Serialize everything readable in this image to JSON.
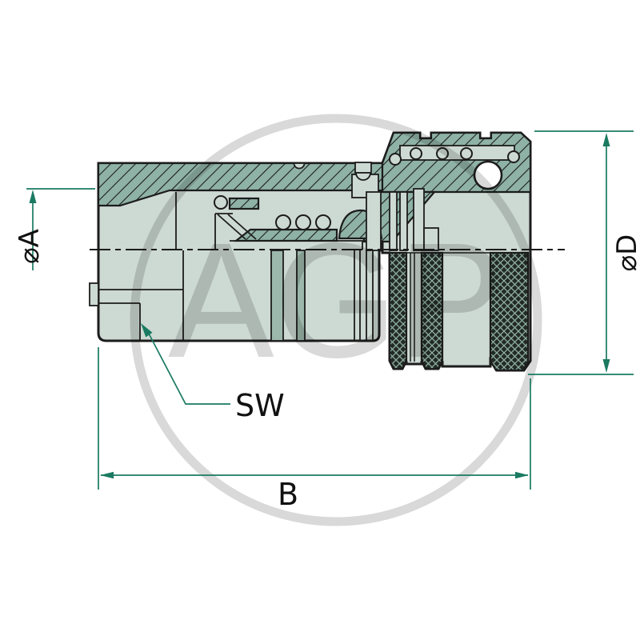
{
  "drawing": {
    "type": "technical-cross-section",
    "subject": "hydraulic quick-release coupling, female socket, sectional side view",
    "watermark_text": "AGP",
    "labels": {
      "diameter_a": "⌀A",
      "diameter_d": "⌀D",
      "overall_length": "B",
      "wrench_size": "SW"
    },
    "colors": {
      "outline": "#1c1c1c",
      "body_fill": "#cdd9d3",
      "hatch_fill": "#8fb2a6",
      "slot_fill": "#9cb7ab",
      "knurl_dark": "#232a25",
      "knurl_light": "#8fb0a4",
      "dimension_green": "#1a7a62",
      "watermark_gray": "#d9d9d9",
      "background": "#ffffff"
    }
  }
}
